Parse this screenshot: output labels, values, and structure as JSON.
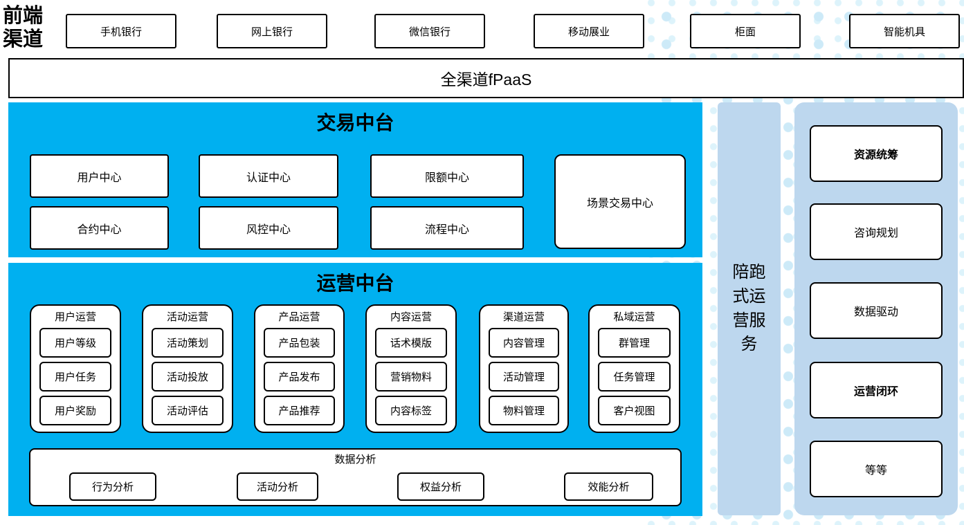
{
  "front_channels": {
    "label": "前端\n渠道",
    "items": [
      "手机银行",
      "网上银行",
      "微信银行",
      "移动展业",
      "柜面",
      "智能机具"
    ]
  },
  "fpaas": {
    "label": "全渠道fPaaS"
  },
  "transaction": {
    "title": "交易中台",
    "centers": [
      "用户中心",
      "认证中心",
      "限额中心",
      "合约中心",
      "风控中心",
      "流程中心"
    ],
    "scene_center": "场景交易中心"
  },
  "operations": {
    "title": "运营中台",
    "groups": [
      {
        "title": "用户运营",
        "items": [
          "用户等级",
          "用户任务",
          "用户奖励"
        ]
      },
      {
        "title": "活动运营",
        "items": [
          "活动策划",
          "活动投放",
          "活动评估"
        ]
      },
      {
        "title": "产品运营",
        "items": [
          "产品包装",
          "产品发布",
          "产品推荐"
        ]
      },
      {
        "title": "内容运营",
        "items": [
          "话术模版",
          "营销物料",
          "内容标签"
        ]
      },
      {
        "title": "渠道运营",
        "items": [
          "内容管理",
          "活动管理",
          "物料管理"
        ]
      },
      {
        "title": "私域运营",
        "items": [
          "群管理",
          "任务管理",
          "客户视图"
        ]
      }
    ],
    "analysis": {
      "title": "数据分析",
      "items": [
        "行为分析",
        "活动分析",
        "权益分析",
        "效能分析"
      ]
    }
  },
  "side_service": {
    "label": "陪跑式运营服务"
  },
  "right_panel": {
    "items": [
      "资源统筹",
      "咨询规划",
      "数据驱动",
      "运营闭环",
      "等等"
    ]
  },
  "colors": {
    "primary_blue": "#00B0F0",
    "light_blue": "#BDD7EE",
    "dot_blue": "#CDEAF8"
  }
}
